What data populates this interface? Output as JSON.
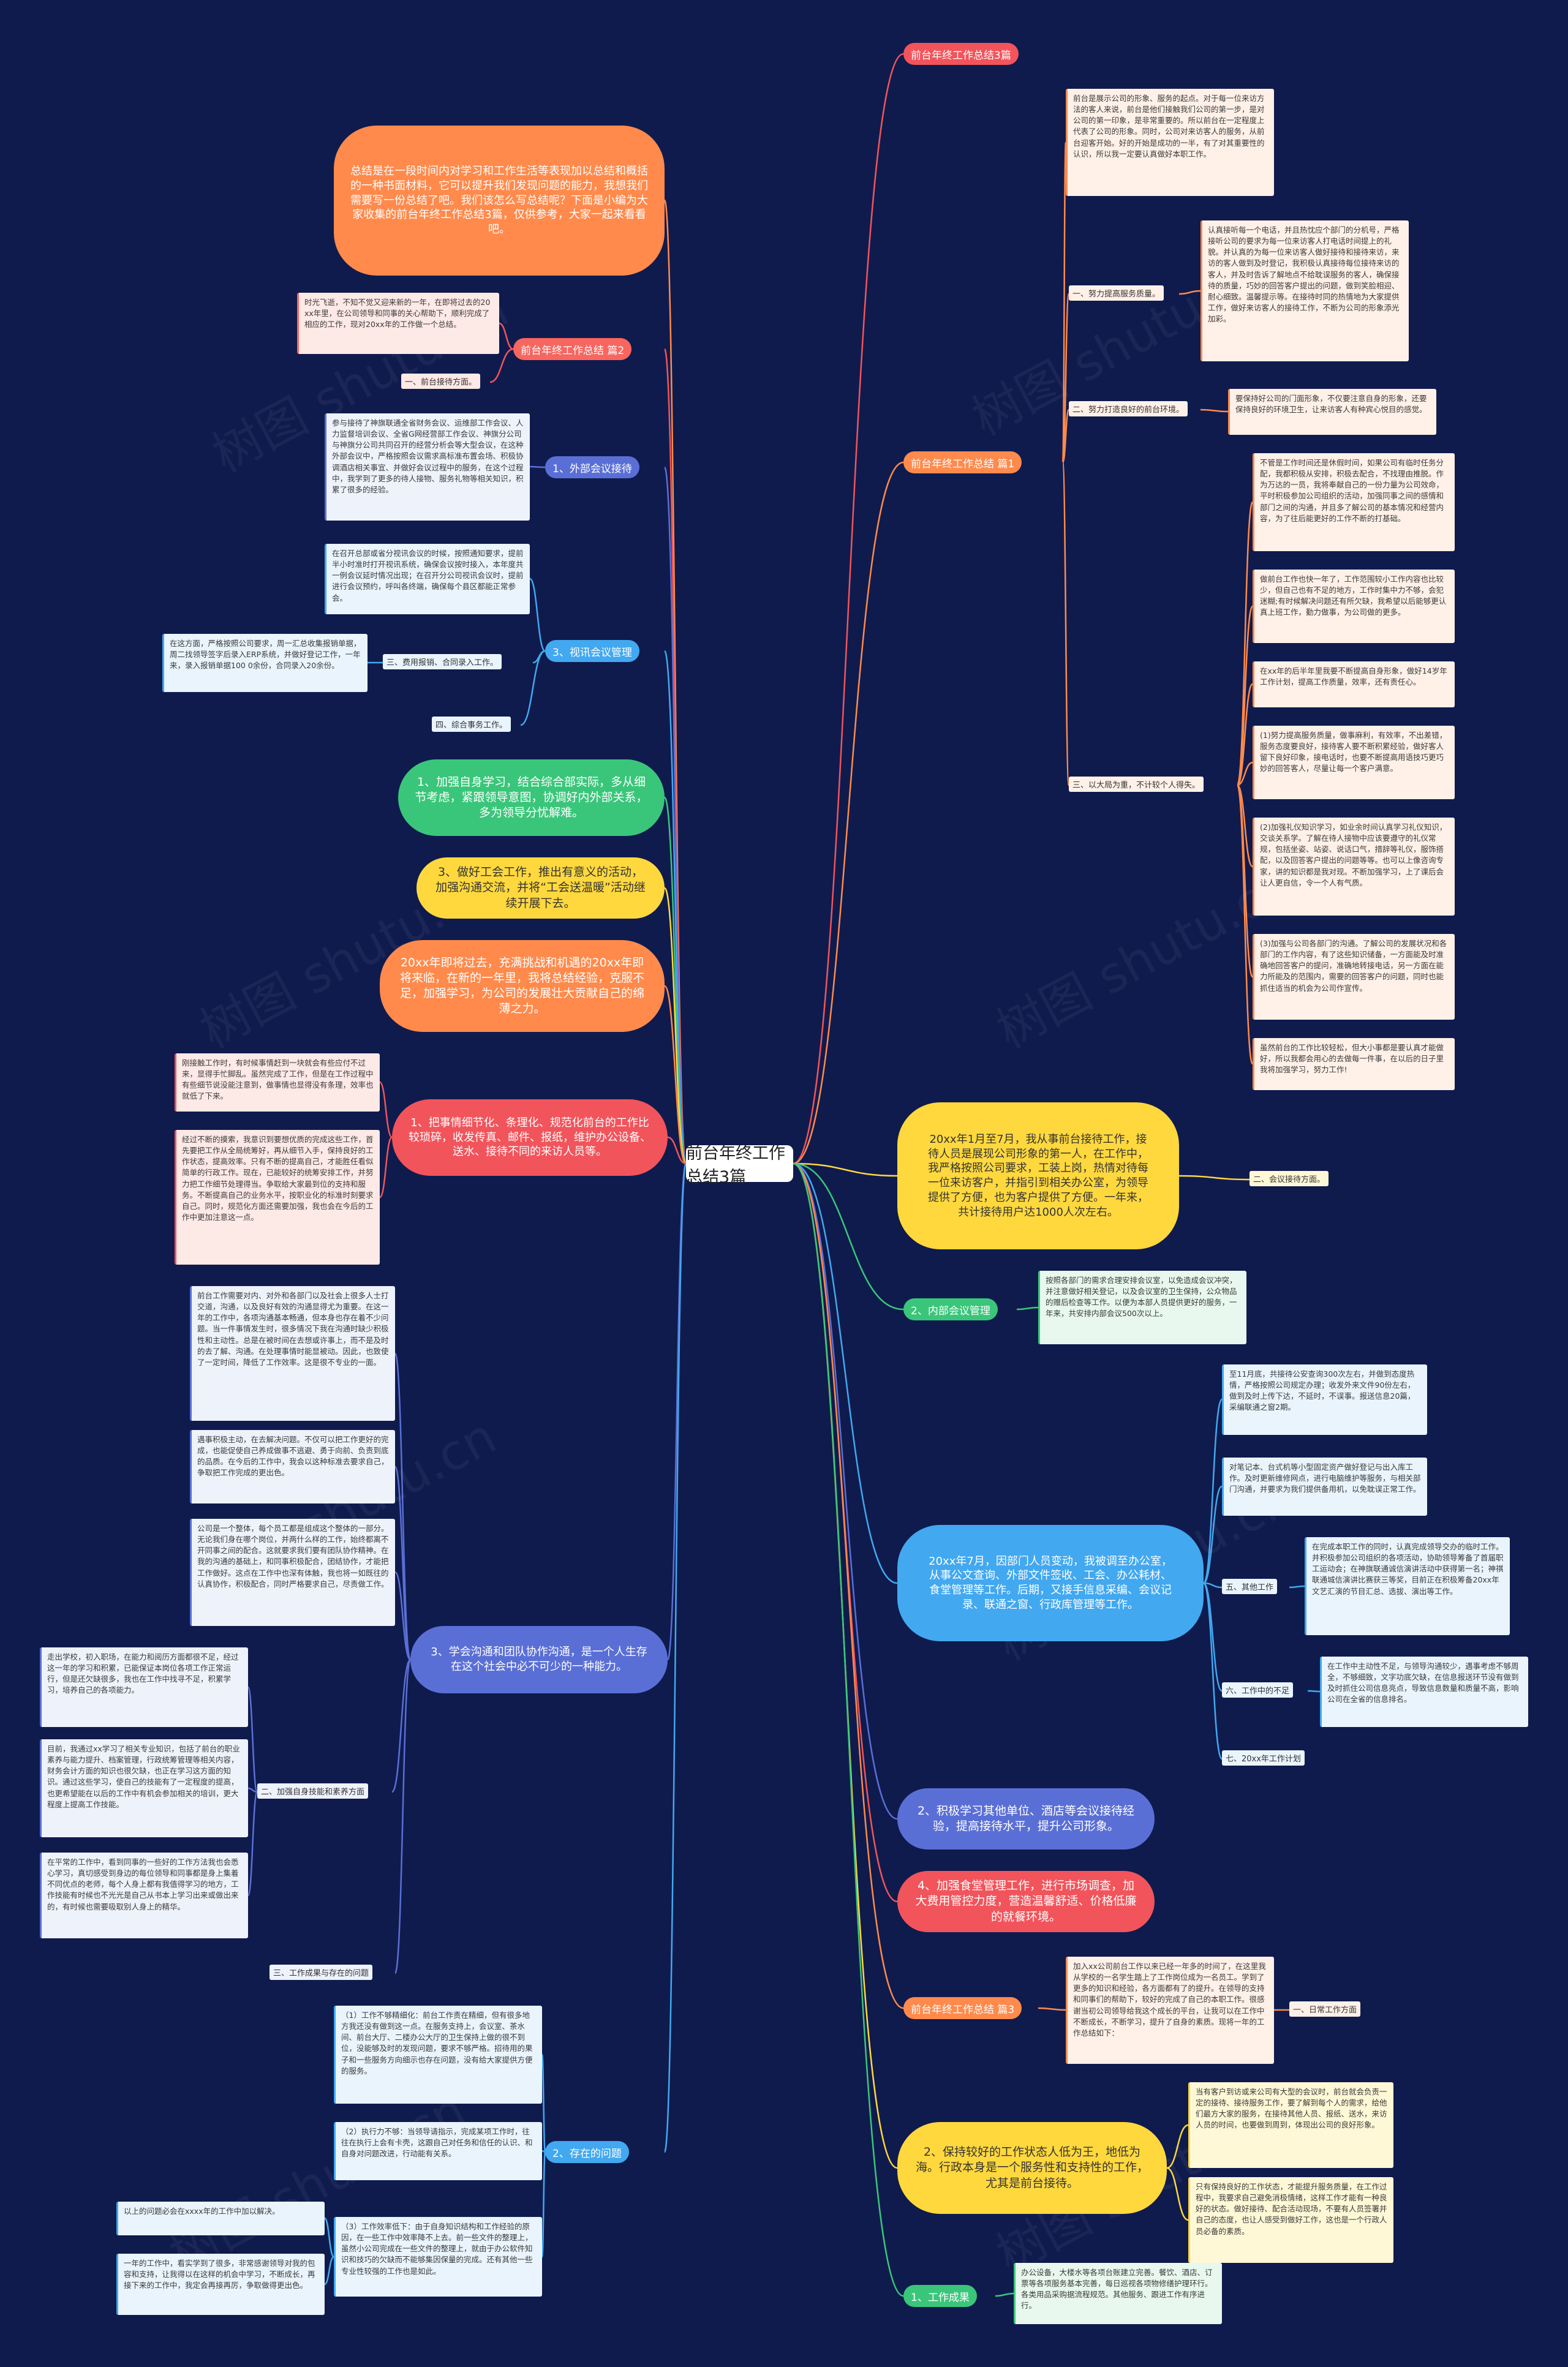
{
  "title": "前台年终工作总结3篇",
  "intro": "总结是在一段时间内对学习和工作生活等表现加以总结和概括的一种书面材料，它可以提升我们发现问题的能力，我想我们需要写一份总结了吧。我们该怎么写总结呢？下面是小编为大家收集的前台年终工作总结3篇，仅供参考，大家一起来看看吧。",
  "watermark": "树图 shutu.cn",
  "left": {
    "art2": "前台年终工作总结 篇2",
    "art2_note": "时光飞逝，不知不觉又迎来新的一年，在即将过去的20xx年里，在公司领导和同事的关心帮助下，顺利完成了相应的工作，现对20xx年的工作做一个总结。",
    "art2_sub": "一、前台接待方面。",
    "b1": "1、外部会议接待",
    "b1_note": "参与接待了神旗联通全省财务会议、运维部工作会议、人力监督培训会议、全省G网经营部工作会议、神旗分公司与神旗分公司共同召开的经营分析会等大型会议，在这种外部会议中，严格按照会议需求高标准布置会场、积极协调酒店相关事宜、并做好会议过程中的服务，在这个过程中，我学到了更多的待人接物、服务礼物等相关知识，积累了很多的经验。",
    "b3": "3、视讯会议管理",
    "b3_note": "在召开总部或省分视讯会议的时候，按照通知要求，提前半小时准时打开视讯系统，确保会议按时接入，本年度共一例会议延时情况出现；在召开分公司视讯会议时，提前进行会议预约，呼叫各终端，确保每个县区都能正常参会。",
    "s3": "三、费用报销、合同录入工作。",
    "s3_note": "在这方面，严格按照公司要求，周一汇总收集报销单据，周二找领导签字后录入ERP系统，并做好登记工作，一年来，录入报销单据100 0余份，合同录入20余份。",
    "s4": "四、综合事务工作。",
    "g1": "1、加强自身学习，结合综合部实际，多从细节考虑，紧跟领导意图，协调好内外部关系，多为领导分忧解难。",
    "y3": "3、做好工会工作，推出有意义的活动，加强沟通交流，并将“工会送温暖”活动继续开展下去。",
    "o20": "20xx年即将过去，充满挑战和机遇的20xx年即将来临，在新的一年里，我将总结经验，克服不足，加强学习，为公司的发展壮大贡献自己的绵薄之力。",
    "r1": "1、把事情细节化、条理化、规范化前台的工作比较琐碎，收发传真、邮件、报纸，维护办公设备、送水、接待不同的来访人员等。",
    "r1_note1": "刚接触工作时，有时候事情赶到一块就会有些应付不过来，显得手忙脚乱。虽然完成了工作，但是在工作过程中有些细节说没能注意到，做事情也显得没有条理，效率也就低了下来。",
    "r1_note2": "经过不断的摸索，我意识到要想优质的完成这些工作，首先要把工作从全局统筹好，再从细节入手，保持良好的工作状态，提高效率。只有不断的提高自己，才能胜任看似简单的行政工作。现在，已能较好的统筹安排工作，并努力把工作细节处理得当。争取给大家最到位的支持和服务。不断提高自己的业务水平，按职业化的标准时刻要求自己。同时，规范化方面还需要加强，我也会在今后的工作中更加注意这一点。",
    "b3b": "3、学会沟通和团队协作沟通，是一个人生存在这个社会中必不可少的一种能力。",
    "b3b_note1": "前台工作需要对内、对外和各部门以及社会上很多人士打交道，沟通，以及良好有效的沟通显得尤为重要。在这一年的工作中，各项沟通基本畅通，但本身也存在着不少问题。当一件事情发生时，很多情况下我在沟通时缺少积极性和主动性。总是在被时间在去想或许事上，而不是及时的去了解、沟通。在处理事情时能显被动。因此，也致使了一定时间，降低了工作效率。这是很不专业的一面。",
    "b3b_note2": "遇事积极主动，在去解决问题。不仅可以把工作更好的完成，也能促使自己养成做事不逃避、勇于向前、负责到底的品质。在今后的工作中，我会以这种标准去要求自己，争取把工作完成的更出色。",
    "b3b_note3": "公司是一个整体，每个员工都是组成这个整体的一部分。无论我们身在哪个岗位，并两什么样的工作，始终都离不开同事之间的配合。这就要求我们要有团队协作精神。在我的沟通的基础上，和同事积极配合，团结协作，才能把工作做好。这点在工作中也深有体触，我也将一如既往的认真协作，积极配合，同时严格要求自己，尽责做工作。",
    "s2": "二、加强自身技能和素养方面",
    "s2_note1": "走出学校，初入职场，在能力和阅历方面都很不足，经过这一年的学习和积累，已能保证本岗位各项工作正常运行，但是还欠缺很多，我也在工作中找寻不足，积累学习，培养自己的各项能力。",
    "s2_note2": "目前，我通过xx学习了相关专业知识，包括了前台的职业素养与能力提升、档案管理，行政统筹管理等相关内容，财务会计方面的知识也很欠缺，也正在学习这方面的知识。通过这些学习，使自己的技能有了一定程度的提高，也更希望能在以后的工作中有机会参加相关的培训，更大程度上提高工作技能。",
    "s2_note3": "在平常的工作中，看到同事的一些好的工作方法我也会悉心学习，真切感受到身边的每位领导和同事都是身上集着不同优点的老师，每个人身上都有我值得学习的地方，工作技能有时候也不光光是自己从书本上学习出来或做出来的，有时候也需要吸取别人身上的精华。",
    "s3b": "三、工作成果与存在的问题",
    "b2b": "2、存在的问题",
    "b2b_note1": "（1）工作不够精细化：前台工作责在精细，但有很多地方我还没有做到这一点。在服务支持上，会议室、茶水间、前台大厅、二楼办公大厅的卫生保持上做的很不到位，没能够及时的发现问题，要求不够严格。招待用的果子和一些服务方向细示也存在问题，没有给大家提供方便的服务。",
    "b2b_note2": "（2）执行力不够：当领导请指示，完成某项工作时，往往在执行上会有卡壳，这跟自己对任务和信任的认识、和自身对问题改进，行动能有关系。",
    "b2b_note3": "（3）工作效率低下：由于自身知识结构和工作经验的原因，在一些工作中效率降不上去。前一些文件的整理上，虽然小公司完成在一些文件的整理上，就由于办公软件知识和技巧的欠缺而不能够集因保量的完成。还有其他一些专业性较强的工作也是如此。",
    "b2b_note4": "以上的问题必会在xxxx年的工作中加以解决。",
    "b2b_note5": "一年的工作中，看实学到了很多，非常感谢领导对我的包容和支持，让我得以在这样的机会中学习，不断成长，再接下来的工作中，我定会再接再厉，争取做得更出色。"
  },
  "right": {
    "art3": "前台年终工作总结3篇",
    "art1": "前台年终工作总结 篇1",
    "art1_note": "前台是展示公司的形象、服务的起点。对于每一位来访方法的客人来说，前台是他们接触我们公司的第一步，是对公司的第一印象，是非常重要的。所以前台在一定程度上代表了公司的形象。同时，公司对来访客人的服务，从前台迎客开始。好的开始是成功的一半，有了对其重要性的认识，所以我一定要认真做好本职工作。",
    "s1": "一、努力提高服务质量。",
    "s1_note": "认真接听每一个电话，并且热忱应个部门的分机号，严格接听公司的要求为每一位来访客人打电话时间提上的礼貌。并认真的为每一位来访客人做好接待和接待来访，来访的客人做到及时登记，我积极认真接待每位接待来访的客人，并及时告诉了解地点不给耽误服务的客人，确保接待的质量，巧妙的回答客户提出的问题，做到笑脸相迎、耐心细致。温馨提示等。在接待时同的热情地为大家提供工作，做好来访客人的接待工作，不断为公司的形象添光加彩。",
    "s2": "二、努力打造良好的前台环境。",
    "s2_note": "要保持好公司的门面形象，不仅要注意自身的形象，还要保持良好的环境卫生，让来访客人有种宾心悦目的感觉。",
    "s3": "三、以大局为重，不计较个人得失。",
    "s3_note1": "不管是工作时间还是休假时间，如果公司有临时任务分配，我都积极从安排，积极去配合，不找理由推脱。作为万达的一员，我将奉献自己的一份力量为公司效命，平时积极参加公司组织的活动，加强同事之间的感情和部门之间的沟通，并且多了解公司的基本情况和经营内容，为了往后能更好的工作不断的打基础。",
    "s3_note2": "做前台工作也快一年了，工作范围较小工作内容也比较少，但自己也有不足的地方，工作时集中力不够，会犯迷糊;有时候解决问题还有所欠缺，我希望以后能够更认真上班工作，勤力做事，为公司做的更多。",
    "s3_note3": "在xx年的后半年里我要不断提高自身形象，做好14岁年工作计划，提高工作质量，效率，还有责任心。",
    "s3_note4": "(1)努力提高服务质量，做事麻利，有效率，不出差错，服务态度要良好，接待客人要不断积累经验，做好客人留下良好印象，接电话时，也要不断提高用语技巧更巧妙的回答客人，尽量让每一个客户满意。",
    "s3_note5": "(2)加强礼仪知识学习，如业余时间认真学习礼仪知识，交谈关系学。了解在待人接物中应该要遵守的礼仪常规，包括坐姿、站姿、说话口气，措辞等礼仪，服饰搭配，以及回答客户提出的问题等等。也可以上像咨询专家，讲的知识都是我对现。不断加强学习，上了课后会让人更自信，令一个人有气质。",
    "s3_note6": "(3)加强与公司各部门的沟通。了解公司的发展状况和各部门的工作内容，有了这些知识储备，一方面能及时准确地回答客户的提问，准确地转接电话，另一方面在能力所能及的范围内，需要的回答客户的问题，同时也能抓住适当的机会为公司作宣传。",
    "s3_note7": "虽然前台的工作比较轻松，但大小事都是要认真才能做好，所以我都会用心的去做每一件事，在以后的日子里我将加强学习，努力工作!",
    "y2": "20xx年1月至7月，我从事前台接待工作，接待人员是展现公司形象的第一人，在工作中，我严格按照公司要求，工装上岗，热情对待每一位来访客户，并指引到相关办公室，为领导提供了方便，也为客户提供了方便。一年来，共计接待用户达1000人次左右。",
    "y2_sub": "二、会议接待方面。",
    "g2": "2、内部会议管理",
    "g2_note": "按照各部门的需求合理安排会议室，以免造成会议冲突，并注意做好相关登记，以及会议室的卫生保持，公众物品的赠后检查等工作。以便为本部人员提供更好的服务，一年来，共安排内部会议500次以上。",
    "blue": "20xx年7月，因部门人员变动，我被调至办公室，从事公文查询、外部文件签收、工会、办公耗材、食堂管理等工作。后期，又接手信息采编、会议记录、联通之窗、行政库管理等工作。",
    "blue_note1": "至11月底，共接待公安查询300次左右，并做到态度热情，严格按照公司规定办理；收发外来文件90份左右，做到及时上传下达，不延时，不误事。报送信息20篇，采编联通之窗2期。",
    "blue_note2": "对笔记本、台式机等小型固定资产做好登记与出入库工作。及时更新维修网点，进行电脑维护等服务，与相关部门沟通，并要求为我们提供备用机，以免耽误正常工作。",
    "w5": "五、其他工作",
    "w5_note": "在完成本职工作的同时，认真完成领导交办的临时工作。并积极参加公司组织的各项活动，协助领导筹备了首届职工运动会；在神旗联通诚信演讲活动中获得第一名；神祺联通城信演讲比赛获三等奖，目前正在积极筹备20xx年文艺汇演的节目汇总、选拔、演出等工作。",
    "w6": "六、工作中的不足",
    "w6_note": "在工作中主动性不足，与领导沟通较少，遇事考虑不够周全，不够细致，文字功底欠缺，在信息报送环节没有做到及时抓住公司信息亮点，导致信息数量和质量不高，影响公司在全省的信息排名。",
    "w7": "七、20xx年工作计划",
    "p2": "2、积极学习其他单位、酒店等会议接待经验，提高接待水平，提升公司形象。",
    "r4": "4、加强食堂管理工作，进行市场调查，加大费用管控力度，营造温馨舒适、价格低廉的就餐环境。",
    "art3b": "前台年终工作总结 篇3",
    "art3b_note": "加入xx公司前台工作以来已经一年多的时间了，在这里我从学校的一名学生踏上了工作岗位成为一名员工。学到了更多的知识和经验，各方面都有了的提升。在领导的支持和同事们的帮助下，较好的完成了自己的本职工作。很感谢当初公司领导给我这个成长的平台，让我可以在工作中不断成长，不断学习，提升了自身的素质。现将一年的工作总结如下：",
    "art3b_sub": "一、日常工作方面",
    "yellow2": "2、保持较好的工作状态人低为王，地低为海。行政本身是一个服务性和支持性的工作，尤其是前台接待。",
    "yellow2_note1": "当有客户到访或来公司有大型的会议时，前台就会负责一定的接待、接待服务工作，要了解到每个人的需求，给他们最方大家的服务，在接待其他人员、报纸、送水，来访人员的时间，也要做到周到，体现出公司的良好形象。",
    "yellow2_note2": "只有保持良好的工作状态，才能提升服务质量，在工作过程中，我要求自己避免消极情绪，这样工作才能有一种良好的状态。做好接待、配合活动现场，不要有人员签署并自己的态度，也让人感受到做好工作，这也是一个行政人员必备的素质。",
    "g_final": "1、工作成果",
    "g_final_note": "办公设备，大楼水等各项台账建立完善。餐饮、酒店、订票等各项服务基本完善，每日巡视各项物修缮护理环行。各类用品采购据流程规范。其他服务、跟进工作有序进行。"
  },
  "colors": {
    "background": "#0f1b4d",
    "orange": "#ff8a4c",
    "yellow": "#ffd83d",
    "green": "#3ac67a",
    "red": "#f2545b",
    "blue": "#42a8f0",
    "purple": "#5a6fd6"
  }
}
